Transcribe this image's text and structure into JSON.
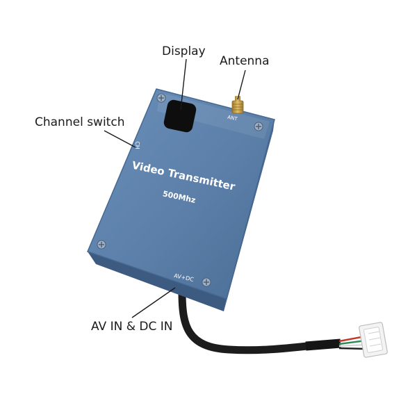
{
  "callouts": {
    "display": "Display",
    "antenna": "Antenna",
    "channel_switch": "Channel switch",
    "av_dc_in": "AV IN & DC IN"
  },
  "device": {
    "title": "Video Transmitter",
    "frequency": "500Mhz",
    "ant_label": "ANT",
    "ch_label": "CH",
    "port_label": "AV+DC"
  },
  "colors": {
    "body": "#5b7fa8",
    "body_dark": "#3d5a80",
    "text": "#1a1a1a",
    "wire_red": "#c0392b",
    "wire_green": "#2e8b57",
    "wire_white": "#e8e8e8",
    "wire_black": "#222222",
    "antenna_gold": "#c8a24a"
  }
}
